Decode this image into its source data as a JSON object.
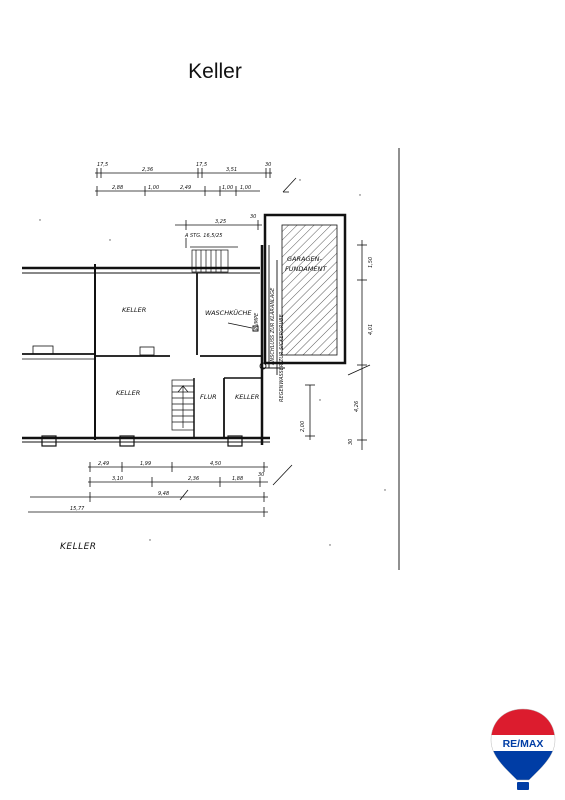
{
  "page": {
    "title": "Keller"
  },
  "plan": {
    "rooms": {
      "keller_north": "KELLER",
      "waschkueche": "WASCHKÜCHE",
      "keller_sw": "KELLER",
      "flur": "FLUR",
      "keller_se": "KELLER",
      "garage": "GARAGEN-",
      "garage_sub": "FUNDAMENT"
    },
    "pumpe": "PUMPE",
    "annotations": {
      "anschluss": "ANSCHLUSS ZUR KLÄRANLAGE",
      "regenwasser": "REGENWASSER ZUR SICKERGRUBE",
      "stair_label": "A STG. 16,5/25"
    },
    "dimensions": {
      "top1": [
        "17,5",
        "2,36",
        "17,5",
        "3,51",
        "30"
      ],
      "top2": [
        "2,88",
        "1,00",
        "2,49",
        "1,00",
        "1,00"
      ],
      "top3": [
        "3,25",
        "30"
      ],
      "bottom1": [
        "2,49",
        "1,99",
        "4,50"
      ],
      "bottom2": [
        "3,10",
        "2,36",
        "1,88",
        "30"
      ],
      "bottom3": "9,48",
      "bottom4": "15,77",
      "right1": "1,50",
      "right2": "4,01",
      "right3": "4,26",
      "right4": "2,00",
      "right5": "30"
    },
    "caption": "KELLER"
  },
  "logo": {
    "text": "RE/MAX",
    "colors": {
      "red": "#dc1c2e",
      "blue": "#003da5"
    }
  }
}
